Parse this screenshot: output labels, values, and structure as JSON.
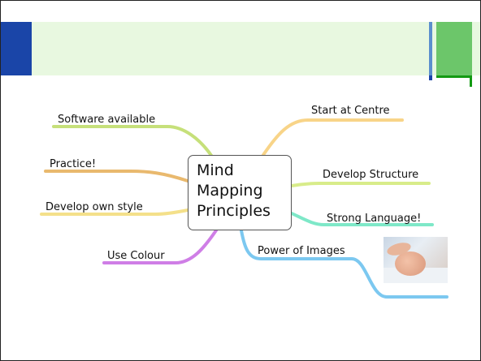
{
  "center": {
    "lines": [
      "Mind",
      "Mapping",
      "Principles"
    ]
  },
  "branches": [
    {
      "id": "software",
      "label": "Software available",
      "color": "#c6e07a"
    },
    {
      "id": "practice",
      "label": "Practice!",
      "color": "#e9b96e"
    },
    {
      "id": "style",
      "label": "Develop own style",
      "color": "#f4e08a"
    },
    {
      "id": "colour",
      "label": "Use Colour",
      "color": "#cf7ee6"
    },
    {
      "id": "centre",
      "label": "Start at Centre",
      "color": "#f8d488"
    },
    {
      "id": "structure",
      "label": "Develop Structure",
      "color": "#d8ec8a"
    },
    {
      "id": "language",
      "label": "Strong Language!",
      "color": "#7ee8c8"
    },
    {
      "id": "images",
      "label": "Power of Images",
      "color": "#7cc8f0"
    }
  ],
  "image": {
    "icon": "sleeping-baby-photo"
  }
}
